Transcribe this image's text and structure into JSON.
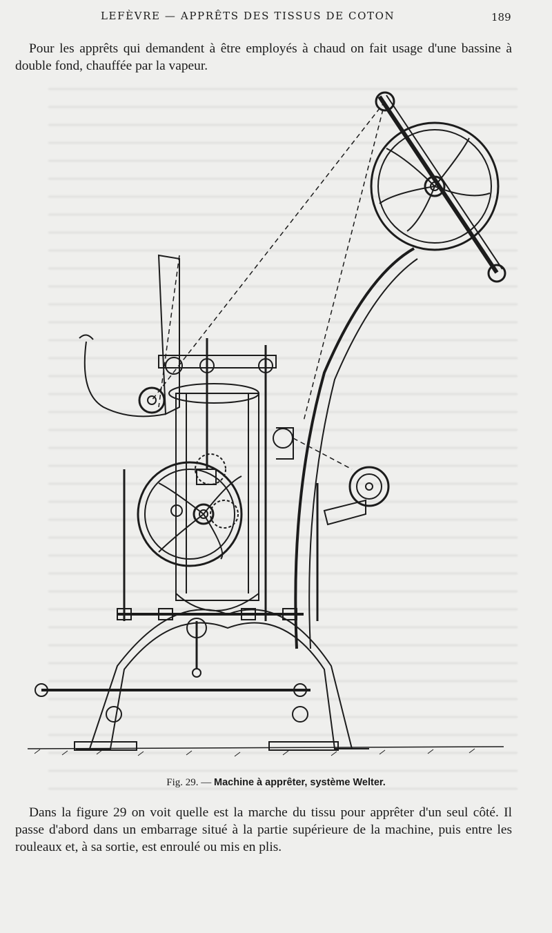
{
  "header": {
    "running_head": "LEFÈVRE — APPRÊTS DES TISSUS DE COTON",
    "page_number": "189"
  },
  "body": {
    "paragraph_top": "Pour les apprêts qui demandent à être employés à chaud on fait usage d'une bassine à double fond, chauffée par la vapeur.",
    "paragraph_bottom": "Dans la figure 29 on voit quelle est la marche du tissu pour apprêter d'un seul côté. Il passe d'abord dans un embarrage situé à la partie supérieure de la machine, puis entre les rouleaux et, à sa sortie, est enroulé ou mis en plis."
  },
  "figure": {
    "caption_label": "Fig. 29. — ",
    "caption_title": "Machine à apprêter, système Welter."
  }
}
